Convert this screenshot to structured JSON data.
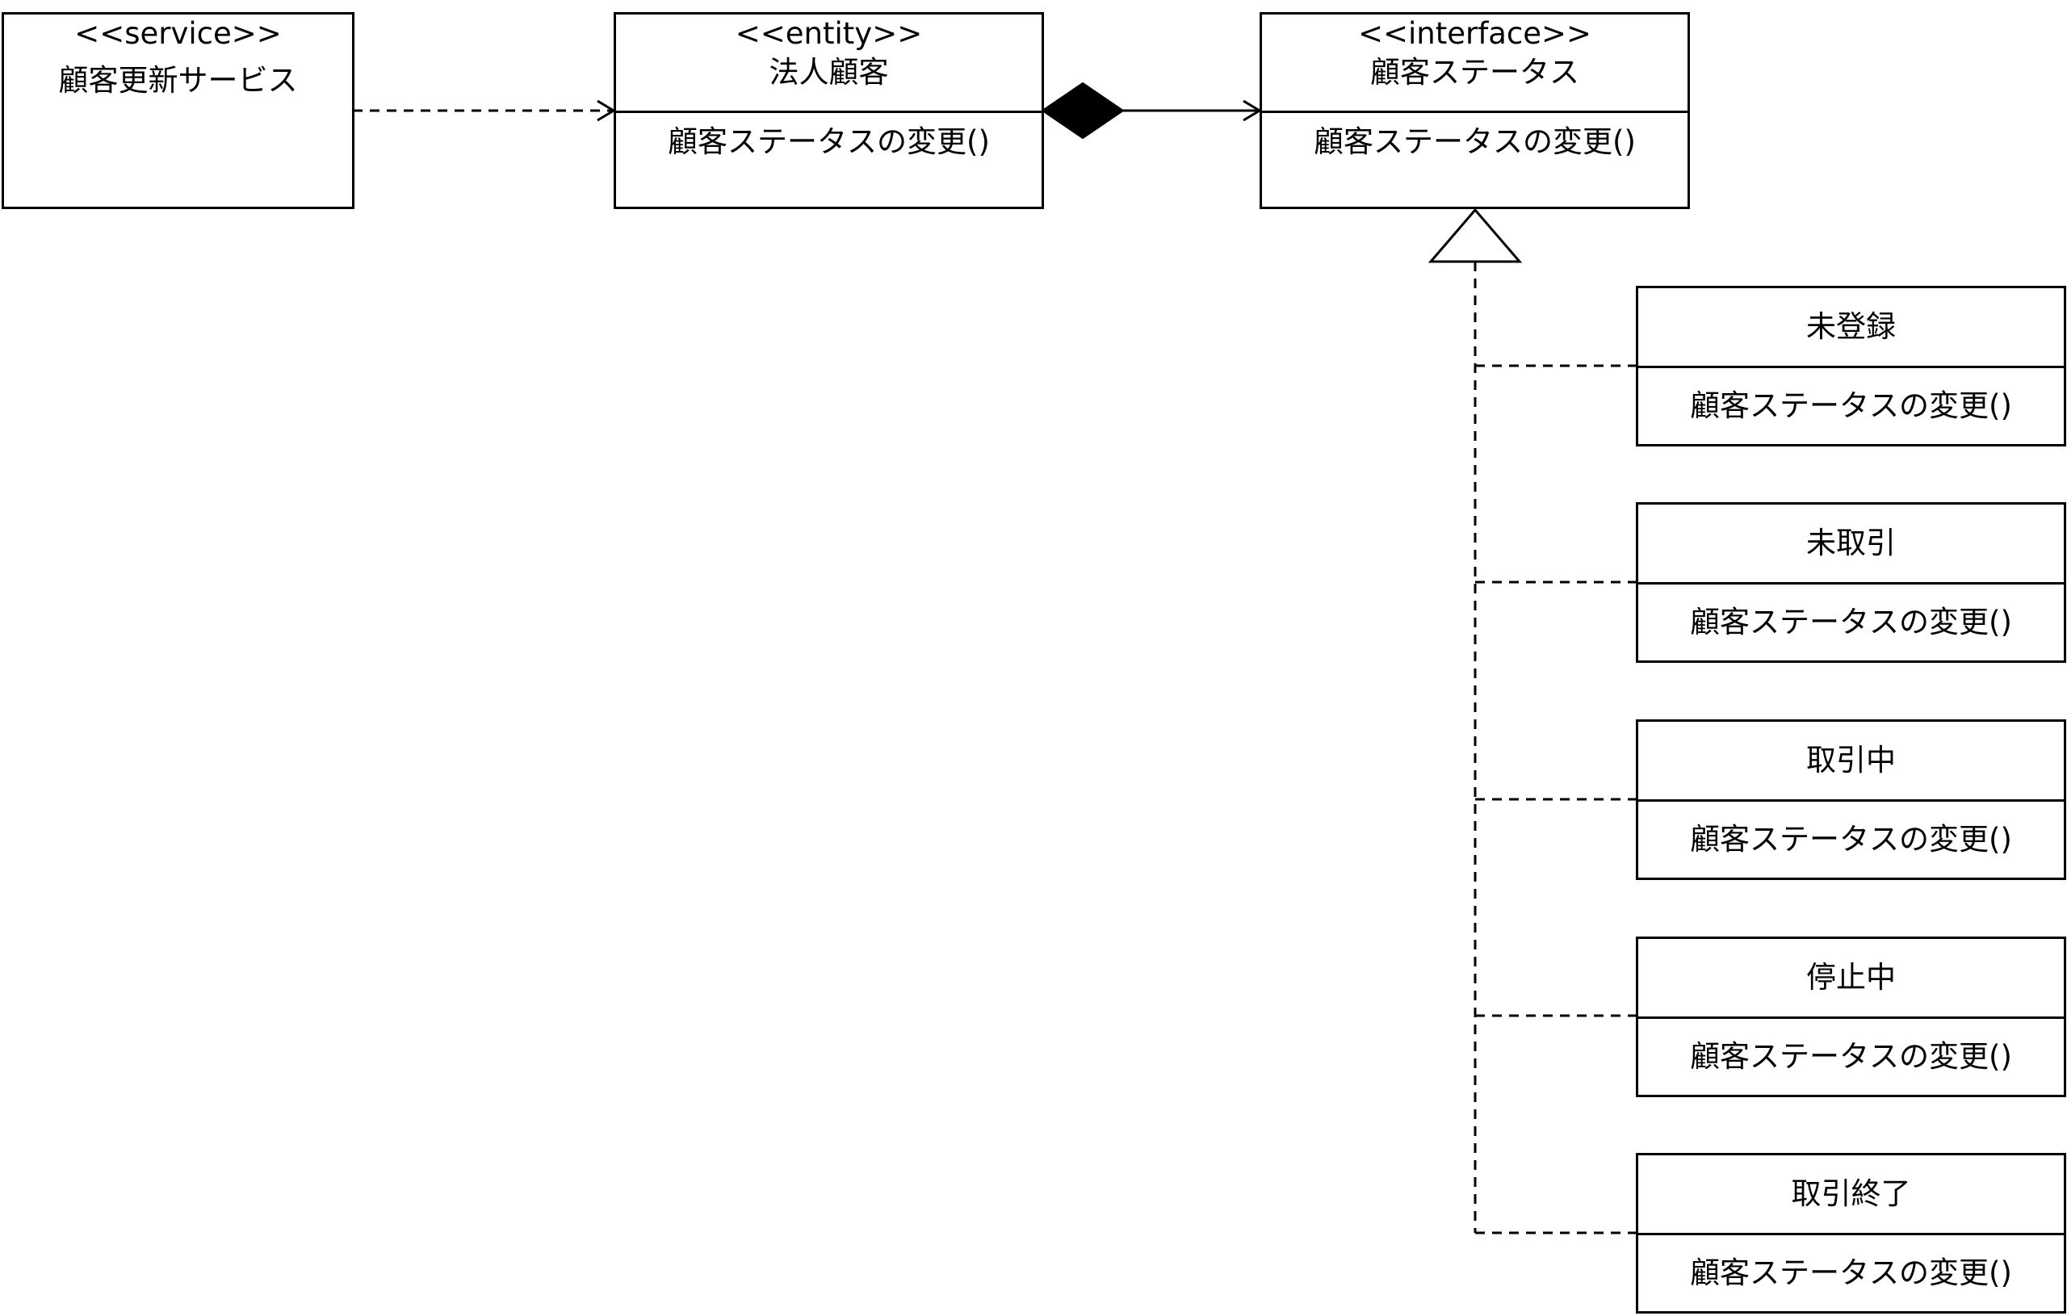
{
  "service": {
    "stereotype": "<<service>>",
    "name": "顧客更新サービス"
  },
  "entity": {
    "stereotype": "<<entity>>",
    "name": "法人顧客",
    "operation": "顧客ステータスの変更()"
  },
  "interface": {
    "stereotype": "<<interface>>",
    "name": "顧客ステータス",
    "operation": "顧客ステータスの変更()"
  },
  "states": [
    {
      "name": "未登録",
      "operation": "顧客ステータスの変更()"
    },
    {
      "name": "未取引",
      "operation": "顧客ステータスの変更()"
    },
    {
      "name": "取引中",
      "operation": "顧客ステータスの変更()"
    },
    {
      "name": "停止中",
      "operation": "顧客ステータスの変更()"
    },
    {
      "name": "取引終了",
      "operation": "顧客ステータスの変更()"
    }
  ]
}
